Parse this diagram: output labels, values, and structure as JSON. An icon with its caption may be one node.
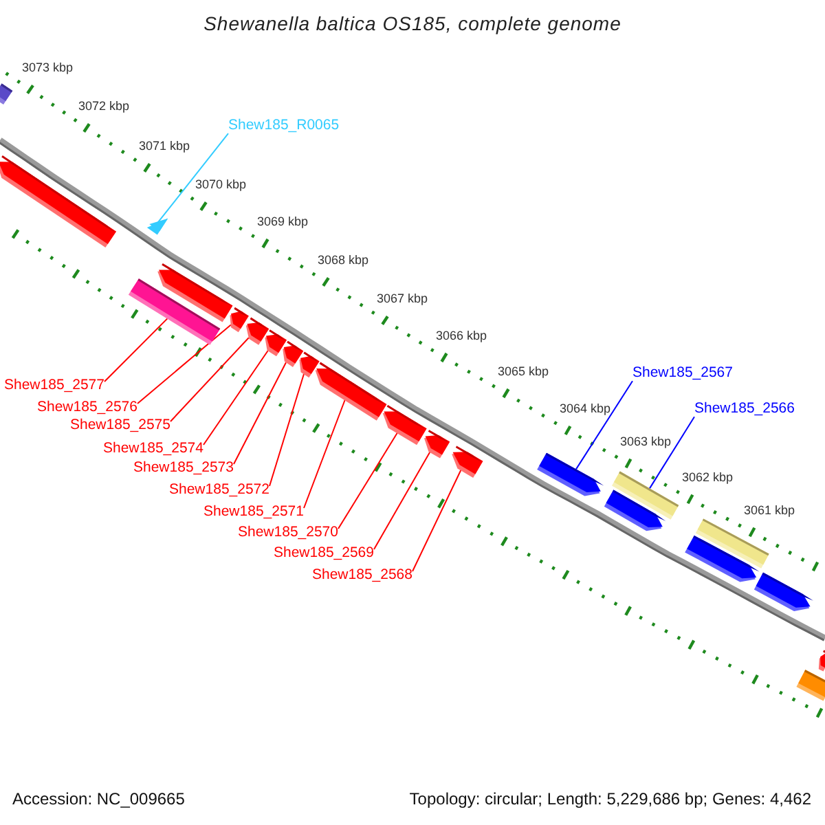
{
  "diagram": {
    "title": "Shewanella baltica OS185, complete genome",
    "nodes": [
      {
        "text": [
          "Shew185_R0065"
        ]
      },
      {
        "text": [
          "Shew185_2567"
        ]
      },
      {
        "text": [
          "Shew185_2566"
        ]
      },
      {
        "text": [
          "Shew185_2577"
        ]
      },
      {
        "text": [
          "Shew185_2576"
        ]
      },
      {
        "text": [
          "Shew185_2575"
        ]
      },
      {
        "text": [
          "Shew185_2574"
        ]
      },
      {
        "text": [
          "Shew185_2573"
        ]
      },
      {
        "text": [
          "Shew185_2572"
        ]
      },
      {
        "text": [
          "Shew185_2571"
        ]
      },
      {
        "text": [
          "Shew185_2570"
        ]
      },
      {
        "text": [
          "Shew185_2569"
        ]
      },
      {
        "text": [
          "Shew185_2568"
        ]
      },
      {
        "text": [],
        "shape": "bar"
      },
      {
        "text": [],
        "shape": "block"
      },
      {
        "text": [],
        "shape": "triangle"
      },
      {
        "text": [],
        "shape": "bar"
      },
      {
        "text": [],
        "shape": "block"
      },
      {
        "text": [],
        "shape": "block"
      },
      {
        "text": [],
        "shape": "block"
      },
      {
        "text": [],
        "shape": "block"
      },
      {
        "text": [],
        "shape": "block"
      },
      {
        "text": [],
        "shape": "block"
      },
      {
        "text": [],
        "shape": "block"
      },
      {
        "text": [],
        "shape": "block"
      },
      {
        "text": [],
        "shape": "block"
      },
      {
        "text": [],
        "shape": "block"
      },
      {
        "text": [],
        "shape": "block"
      },
      {
        "text": [],
        "shape": "bar"
      },
      {
        "text": [],
        "shape": "block"
      },
      {
        "text": [],
        "shape": "block"
      },
      {
        "text": [],
        "shape": "bar"
      },
      {
        "text": [],
        "shape": "block"
      },
      {
        "text": [],
        "shape": "block"
      },
      {
        "text": [],
        "shape": "bar"
      }
    ],
    "edges": [
      {
        "from": 0,
        "to": 15,
        "arrow": "none",
        "color": "#33ccff"
      },
      {
        "from": 1,
        "to": 27,
        "arrow": "none",
        "color": "#0000ff"
      },
      {
        "from": 2,
        "to": 28,
        "arrow": "none",
        "color": "#0000ff"
      },
      {
        "from": 3,
        "to": 16,
        "arrow": "none"
      },
      {
        "from": 4,
        "to": 18,
        "arrow": "none"
      },
      {
        "from": 5,
        "to": 19,
        "arrow": "none"
      },
      {
        "from": 6,
        "to": 20,
        "arrow": "none"
      },
      {
        "from": 7,
        "to": 21,
        "arrow": "none"
      },
      {
        "from": 8,
        "to": 22,
        "arrow": "none"
      },
      {
        "from": 9,
        "to": 23,
        "arrow": "none"
      },
      {
        "from": 10,
        "to": 24,
        "arrow": "none"
      },
      {
        "from": 11,
        "to": 25,
        "arrow": "none"
      },
      {
        "from": 12,
        "to": 26,
        "arrow": "none"
      }
    ],
    "labels": [
      "3073 kbp",
      "3072 kbp",
      "3071 kbp",
      "3070 kbp",
      "3069 kbp",
      "3068 kbp",
      "3067 kbp",
      "3066 kbp",
      "3065 kbp",
      "3064 kbp",
      "3063 kbp",
      "3062 kbp",
      "3061 kbp",
      "Accession: NC_009665",
      "Topology: circular; Length: 5,229,686 bp; Genes: 4,462"
    ]
  }
}
